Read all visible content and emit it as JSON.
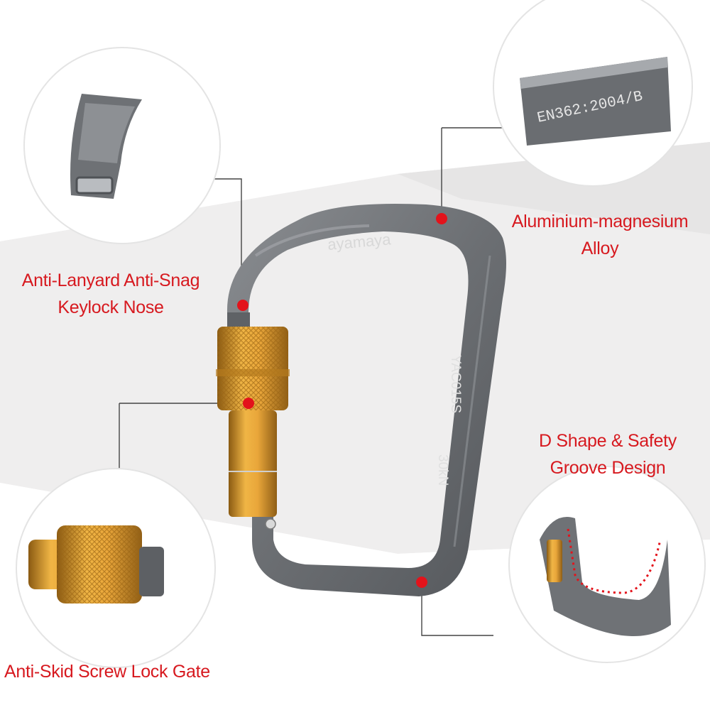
{
  "callouts": {
    "keylock": {
      "line1": "Anti-Lanyard Anti-Snag",
      "line2": "Keylock Nose"
    },
    "alloy": {
      "line1": "Aluminium-magnesium",
      "line2": "Alloy"
    },
    "dshape": {
      "line1": "D Shape & Safety",
      "line2": "Groove Design"
    },
    "screwlock": {
      "line1": "Anti-Skid Screw Lock Gate"
    }
  },
  "markings": {
    "brand": "ayamaya",
    "model": "YAC015S",
    "strength": "30kN",
    "standard": "EN362:2004/B"
  },
  "colors": {
    "callout_text": "#d7191f",
    "marker_dot": "#e3131b",
    "leader_line": "#444444",
    "carabiner_metal": "#6f7276",
    "gate_gold": "#d99a2b",
    "background_band": "#eeeded"
  }
}
